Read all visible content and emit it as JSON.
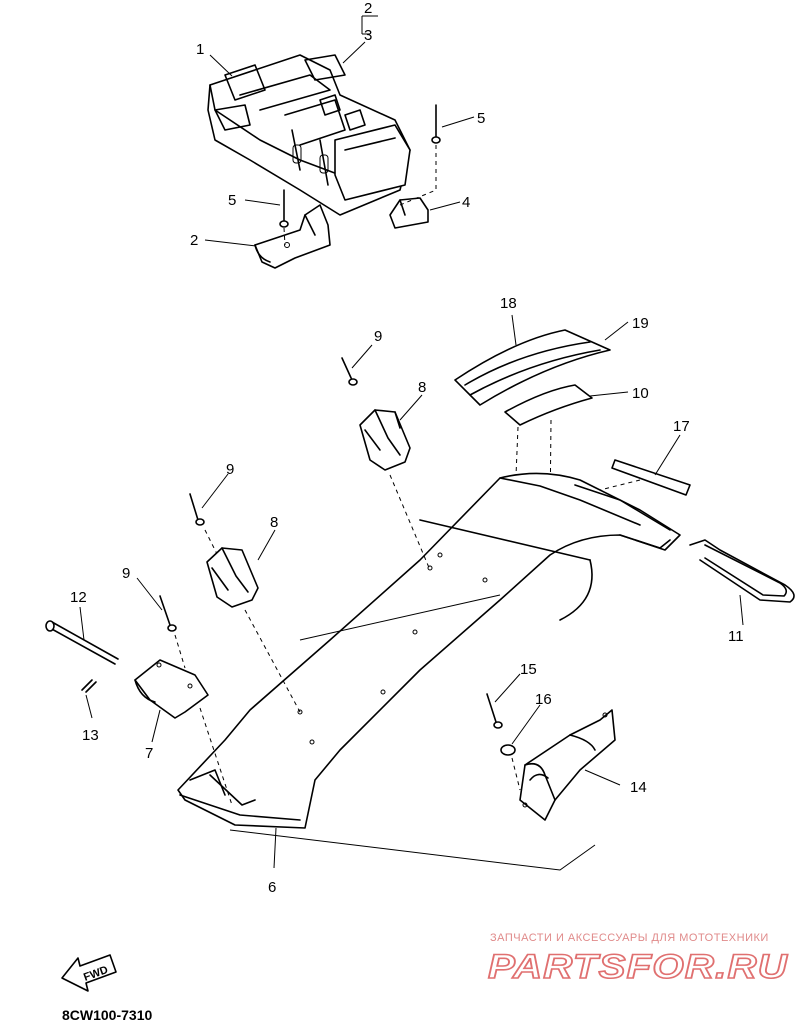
{
  "callouts": [
    {
      "id": "c1",
      "text": "1"
    },
    {
      "id": "c2a",
      "text": "2"
    },
    {
      "id": "c3",
      "text": "3"
    },
    {
      "id": "c5a",
      "text": "5"
    },
    {
      "id": "c4",
      "text": "4"
    },
    {
      "id": "c5b",
      "text": "5"
    },
    {
      "id": "c2b",
      "text": "2"
    },
    {
      "id": "c18",
      "text": "18"
    },
    {
      "id": "c19",
      "text": "19"
    },
    {
      "id": "c9a",
      "text": "9"
    },
    {
      "id": "c8a",
      "text": "8"
    },
    {
      "id": "c10",
      "text": "10"
    },
    {
      "id": "c17",
      "text": "17"
    },
    {
      "id": "c9b",
      "text": "9"
    },
    {
      "id": "c8b",
      "text": "8"
    },
    {
      "id": "c9c",
      "text": "9"
    },
    {
      "id": "c12",
      "text": "12"
    },
    {
      "id": "c11",
      "text": "11"
    },
    {
      "id": "c15",
      "text": "15"
    },
    {
      "id": "c16",
      "text": "16"
    },
    {
      "id": "c13",
      "text": "13"
    },
    {
      "id": "c7",
      "text": "7"
    },
    {
      "id": "c14",
      "text": "14"
    },
    {
      "id": "c6",
      "text": "6"
    }
  ],
  "fwd_label": "FWD",
  "diagram_code": "8CW100-7310",
  "watermark": {
    "caption": "ЗАПЧАСТИ И АКСЕССУАРЫ ДЛЯ МОТОТЕХНИКИ",
    "brand": "PARTSFOR.RU"
  }
}
